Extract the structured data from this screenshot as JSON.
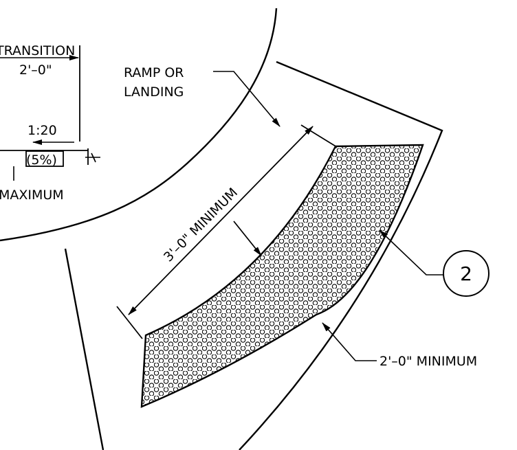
{
  "labels": {
    "transition": "TRANSITION",
    "transition_length": "2'–0\"",
    "slope_ratio": "1:20",
    "slope_percent": "(5%)",
    "maximum": "MAXIMUM",
    "ramp_line1": "RAMP OR",
    "ramp_line2": "LANDING",
    "depth_min": "3'–0\" MINIMUM",
    "width_min": "2'–0\" MINIMUM"
  },
  "callout": {
    "number": "2"
  },
  "surface": {
    "pattern": "truncated domes",
    "line_color": "#000000",
    "fill_color": "#ffffff"
  }
}
